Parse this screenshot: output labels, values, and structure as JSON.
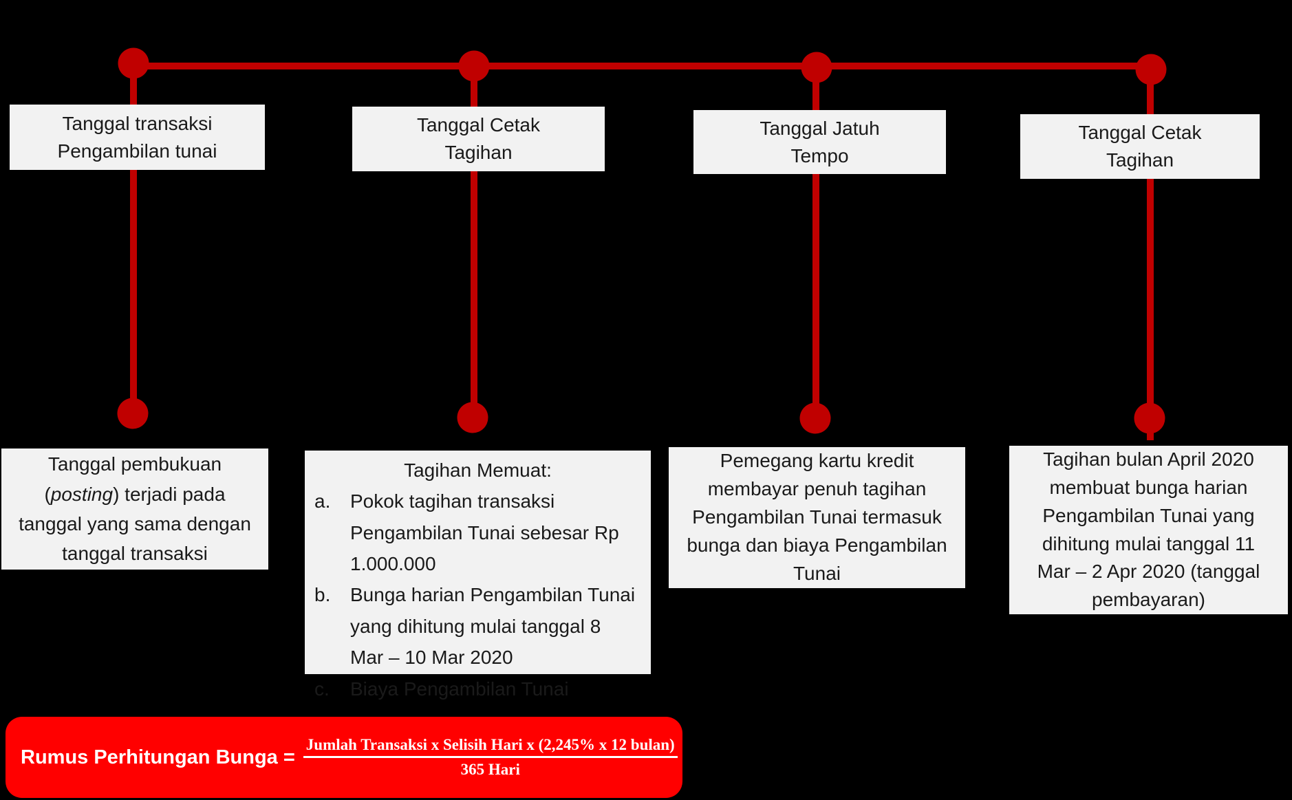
{
  "colors": {
    "background": "#000000",
    "line": "#C00000",
    "box_bg": "#F2F2F2",
    "formula_bg": "#FF0000",
    "formula_text": "#FFFFFF",
    "text": "#1A1A1A"
  },
  "columns": [
    {
      "label": "Tanggal transaksi\nPengambilan tunai"
    },
    {
      "label": "Tanggal Cetak\nTagihan"
    },
    {
      "label": "Tanggal Jatuh\nTempo"
    },
    {
      "label": "Tanggal Cetak\nTagihan"
    }
  ],
  "descriptions": {
    "col1": {
      "part1": "Tanggal pembukuan\n(",
      "italic": "posting",
      "part2": ") terjadi pada\ntanggal yang sama dengan\ntanggal transaksi"
    },
    "col2": {
      "title": "Tagihan Memuat:",
      "items": [
        {
          "marker": "a.",
          "text": "Pokok tagihan transaksi\nPengambilan Tunai sebesar Rp\n1.000.000"
        },
        {
          "marker": "b.",
          "text": "Bunga harian Pengambilan Tunai\nyang dihitung mulai tanggal 8\nMar – 10 Mar 2020"
        },
        {
          "marker": "c.",
          "text": "Biaya Pengambilan Tunai"
        }
      ]
    },
    "col3": {
      "text": "Pemegang kartu kredit\nmembayar penuh tagihan\nPengambilan Tunai termasuk\nbunga dan biaya Pengambilan\nTunai"
    },
    "col4": {
      "text": "Tagihan bulan April 2020\nmembuat bunga harian\nPengambilan Tunai yang\ndihitung mulai tanggal 11\nMar – 2 Apr 2020 (tanggal\npembayaran)"
    }
  },
  "formula": {
    "label": "Rumus Perhitungan Bunga =",
    "numerator": "Jumlah Transaksi x Selisih Hari x (2,245% x 12 bulan)",
    "denominator": "365 Hari"
  }
}
